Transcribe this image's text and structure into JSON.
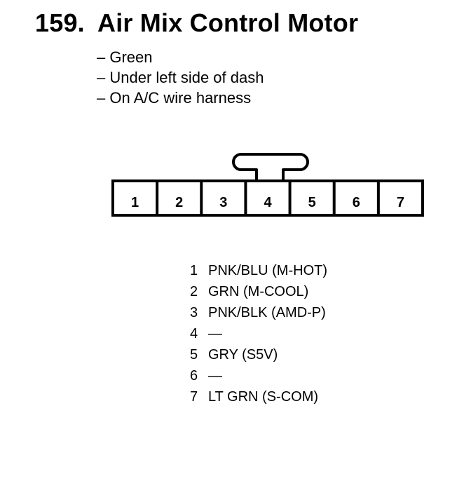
{
  "title": {
    "number": "159.",
    "text": "Air Mix Control Motor"
  },
  "notes": [
    "– Green",
    "– Under left side of dash",
    "– On A/C wire harness"
  ],
  "connector": {
    "cavities": [
      "1",
      "2",
      "3",
      "4",
      "5",
      "6",
      "7"
    ]
  },
  "pins": [
    {
      "pin": "1",
      "desc": "PNK/BLU (M-HOT)"
    },
    {
      "pin": "2",
      "desc": "GRN (M-COOL)"
    },
    {
      "pin": "3",
      "desc": "PNK/BLK (AMD-P)"
    },
    {
      "pin": "4",
      "desc": "—"
    },
    {
      "pin": "5",
      "desc": "GRY (S5V)"
    },
    {
      "pin": "6",
      "desc": "—"
    },
    {
      "pin": "7",
      "desc": "LT GRN (S-COM)"
    }
  ]
}
